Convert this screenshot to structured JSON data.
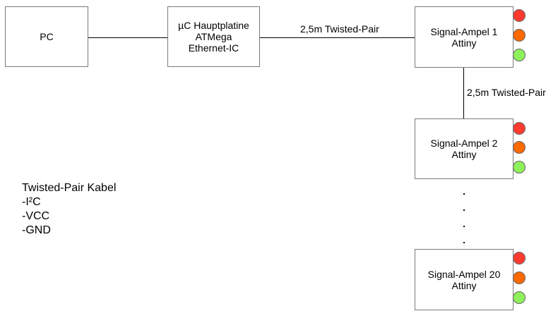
{
  "nodes": {
    "pc": {
      "label": "PC"
    },
    "mainboard": {
      "lines": [
        "µC Hauptplatine",
        "ATMega",
        "Ethernet-IC"
      ]
    },
    "ampel1": {
      "lines": [
        "Signal-Ampel 1",
        "Attiny"
      ]
    },
    "ampel2": {
      "lines": [
        "Signal-Ampel 2",
        "Attiny"
      ]
    },
    "ampel20": {
      "lines": [
        "Signal-Ampel 20",
        "Attiny"
      ]
    }
  },
  "edges": {
    "mainboard_to_ampel1": "2,5m Twisted-Pair",
    "ampel1_to_ampel2": "2,5m Twisted-Pair"
  },
  "legend": {
    "title": "Twisted-Pair Kabel",
    "items": [
      "-I²C",
      "-VCC",
      "-GND"
    ]
  },
  "colors": {
    "lamp_red": "#ff3b30",
    "lamp_orange": "#ff6a00",
    "lamp_green": "#8ef05a",
    "box_border": "#7a7a7a"
  }
}
